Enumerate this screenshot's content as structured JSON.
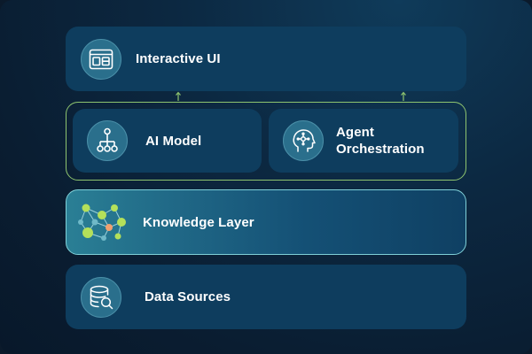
{
  "layers": {
    "interactive_ui": {
      "label": "Interactive UI",
      "icon": "dashboard-icon"
    },
    "ai_model": {
      "label": "AI Model",
      "icon": "hierarchy-icon"
    },
    "agent_orchestration": {
      "label": "Agent Orchestration",
      "icon": "ai-brain-icon"
    },
    "knowledge_layer": {
      "label": "Knowledge Layer",
      "icon": "network-graph-icon"
    },
    "data_sources": {
      "label": "Data Sources",
      "icon": "database-search-icon"
    }
  },
  "colors": {
    "background": "#0a1d31",
    "card": "#0e3d5e",
    "icon_circle": "#2a6f8c",
    "group_border": "#8ec46f",
    "knowledge_border": "#7fd0d8",
    "node_green": "#b4e05a"
  }
}
